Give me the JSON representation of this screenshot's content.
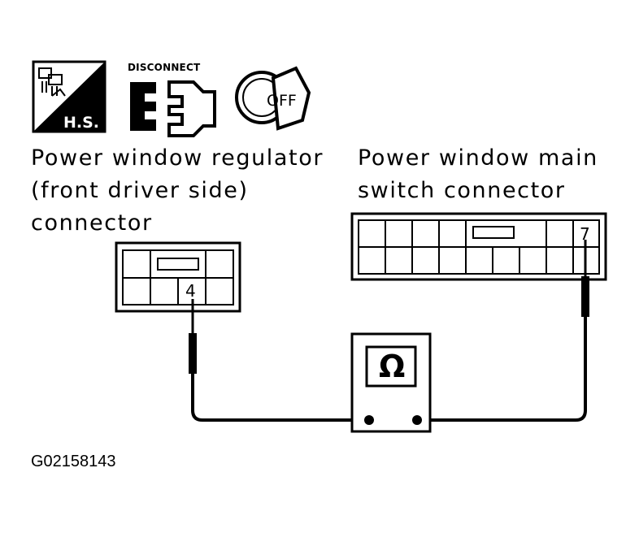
{
  "icons": {
    "hs_icon": "harness-service-icon",
    "hs_text": "H.S.",
    "disconnect_icon": "disconnect-connector-icon",
    "disconnect_text": "DISCONNECT",
    "ignition_icon": "ignition-key-off-icon",
    "off_text": "OFF"
  },
  "regulator_connector": {
    "label_lines": [
      "Power window regulator",
      "(front driver side)",
      "connector"
    ],
    "pin": "4"
  },
  "main_switch_connector": {
    "label_lines": [
      "Power window main",
      "switch connector"
    ],
    "pin": "7"
  },
  "ohmmeter": {
    "symbol": "Ω",
    "icon": "ohmmeter-icon"
  },
  "figure_code": "G02158143"
}
